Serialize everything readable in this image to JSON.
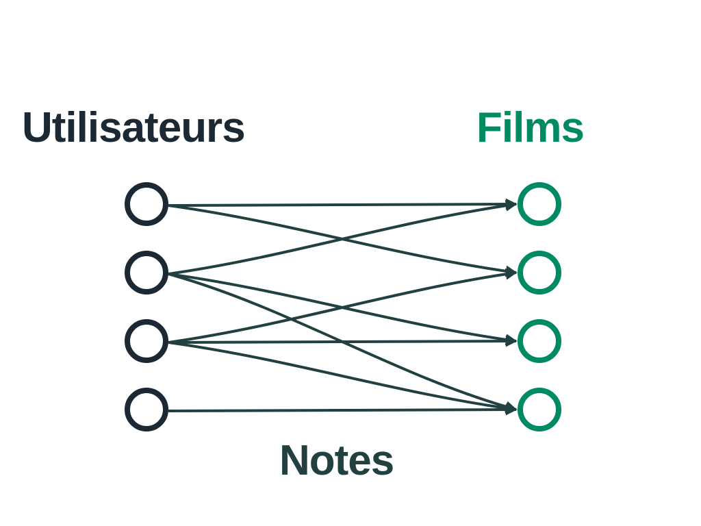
{
  "colors": {
    "users": "#1c2833",
    "films": "#008a63",
    "edges": "#234040",
    "background": "#ffffff"
  },
  "diagram": {
    "users_label": "Utilisateurs",
    "films_label": "Films",
    "edges_label": "Notes",
    "user_nodes": [
      "u1",
      "u2",
      "u3",
      "u4"
    ],
    "film_nodes": [
      "f1",
      "f2",
      "f3",
      "f4"
    ],
    "edges": [
      {
        "from": "u1",
        "to": "f1"
      },
      {
        "from": "u1",
        "to": "f2"
      },
      {
        "from": "u2",
        "to": "f1"
      },
      {
        "from": "u2",
        "to": "f3"
      },
      {
        "from": "u2",
        "to": "f4"
      },
      {
        "from": "u3",
        "to": "f2"
      },
      {
        "from": "u3",
        "to": "f3"
      },
      {
        "from": "u3",
        "to": "f4"
      },
      {
        "from": "u4",
        "to": "f4"
      }
    ]
  }
}
